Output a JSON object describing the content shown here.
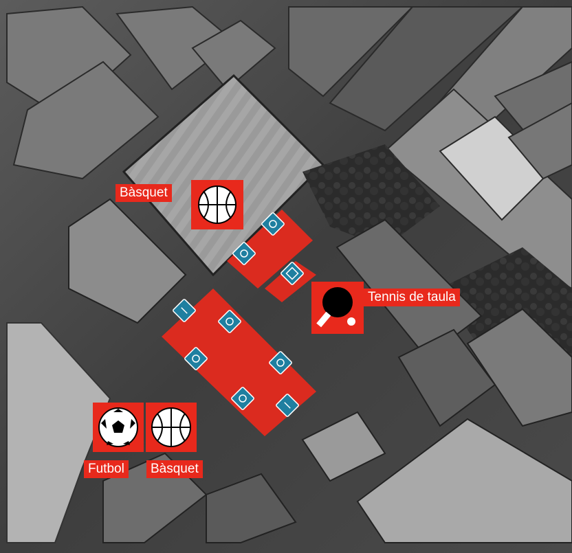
{
  "labels": {
    "basquet_top": "Bàsquet",
    "tennis_taula": "Tennis de taula",
    "futbol": "Futbol",
    "basquet_bottom": "Bàsquet"
  },
  "icons": {
    "basquet_top": "basketball-icon",
    "tennis_taula": "ping-pong-paddle-icon",
    "futbol": "soccer-ball-icon",
    "basquet_bottom": "basketball-icon",
    "court_markers": "court-marker-icon"
  },
  "colors": {
    "label_bg": "#e8291c",
    "court_fill": "#e8291c",
    "marker": "#1f7fa0"
  }
}
